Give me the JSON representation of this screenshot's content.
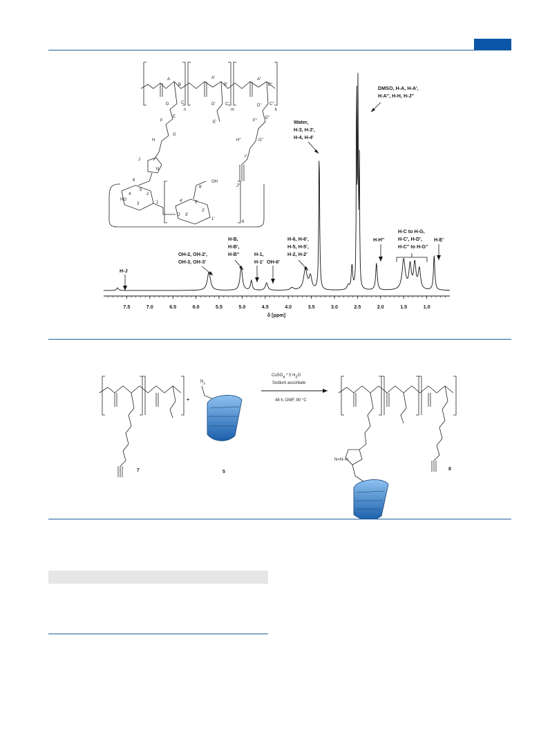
{
  "header": {
    "accent_color": "#0b56a8",
    "rule_color": "#1f5f9e"
  },
  "figure_nmr": {
    "xlabel": "δ [ppm]",
    "xlim": [
      8.0,
      0.5
    ],
    "ticks": [
      "7.5",
      "7.0",
      "6.5",
      "6.0",
      "5.5",
      "5.0",
      "4.5",
      "4.0",
      "3.5",
      "3.0",
      "2.5",
      "2.0",
      "1.5",
      "1.0"
    ],
    "annotations": [
      {
        "lines": [
          "DMSO, H-A, H-A',",
          "H-A'', H-H, H-J''"
        ]
      },
      {
        "lines": [
          "Water,",
          "H-3, H-3',",
          "H-4, H-4'"
        ]
      },
      {
        "lines": [
          "H-B,",
          "H-B',",
          "H-B''"
        ]
      },
      {
        "lines": [
          "OH-2, OH-2',",
          "OH-3, OH-3'"
        ]
      },
      {
        "lines": [
          "H-1,",
          "H-1'"
        ]
      },
      {
        "lines": [
          "OH-6'"
        ]
      },
      {
        "lines": [
          "H-6, H-6',",
          "H-5, H-5',",
          "H-2, H-2'"
        ]
      },
      {
        "lines": [
          "H-H''"
        ]
      },
      {
        "lines": [
          "H-C to H-G,",
          "H-C', H-D',",
          "H-C'' to H-G''"
        ]
      },
      {
        "lines": [
          "H-E'"
        ]
      },
      {
        "lines": [
          "H-J"
        ]
      }
    ],
    "structure": {
      "repeat_letters": [
        "n",
        "m",
        "k"
      ],
      "cd_subscript": "6",
      "labels": [
        "A",
        "B",
        "C",
        "D",
        "E",
        "F",
        "G",
        "H",
        "J",
        "A'",
        "B'",
        "C'",
        "D'",
        "E'",
        "A''",
        "B''",
        "C''",
        "D''",
        "E''",
        "F''",
        "G''",
        "H''",
        "I''",
        "J''",
        "1",
        "2",
        "3",
        "4",
        "5",
        "6",
        "1'",
        "2'",
        "3'",
        "4'",
        "5'",
        "6'",
        "OH",
        "HO",
        "O",
        "N"
      ]
    }
  },
  "chart_data": {
    "type": "line",
    "title": "",
    "xlabel": "δ [ppm]",
    "ylabel": "",
    "xlim": [
      8.0,
      0.5
    ],
    "x_reversed": true,
    "grid": false,
    "peaks": [
      {
        "ppm": 7.7,
        "height": 0.012,
        "width": 0.025
      },
      {
        "ppm": 5.72,
        "height": 0.085,
        "width": 0.04
      },
      {
        "ppm": 5.02,
        "height": 0.11,
        "width": 0.03
      },
      {
        "ppm": 4.8,
        "height": 0.045,
        "width": 0.022
      },
      {
        "ppm": 4.47,
        "height": 0.035,
        "width": 0.03
      },
      {
        "ppm": 3.92,
        "height": 0.012,
        "width": 0.04
      },
      {
        "ppm": 3.63,
        "height": 0.095,
        "width": 0.045
      },
      {
        "ppm": 3.52,
        "height": 0.06,
        "width": 0.035
      },
      {
        "ppm": 3.33,
        "height": 0.64,
        "width": 0.012
      },
      {
        "ppm": 2.7,
        "height": 0.02,
        "width": 0.03
      },
      {
        "ppm": 2.62,
        "height": 0.11,
        "width": 0.018
      },
      {
        "ppm": 2.52,
        "height": 1.0,
        "width": 0.008
      },
      {
        "ppm": 2.49,
        "height": 0.93,
        "width": 0.008
      },
      {
        "ppm": 2.46,
        "height": 0.6,
        "width": 0.008
      },
      {
        "ppm": 2.09,
        "height": 0.125,
        "width": 0.02
      },
      {
        "ppm": 1.5,
        "height": 0.14,
        "width": 0.04
      },
      {
        "ppm": 1.36,
        "height": 0.11,
        "width": 0.03
      },
      {
        "ppm": 1.26,
        "height": 0.12,
        "width": 0.03
      },
      {
        "ppm": 1.16,
        "height": 0.095,
        "width": 0.03
      },
      {
        "ppm": 0.84,
        "height": 0.16,
        "width": 0.018
      }
    ]
  },
  "scheme": {
    "reagents_line1": "CuSO",
    "reagents_line1_sub": "4",
    "reagents_line1_rest": " * 5 H",
    "reagents_line1_sub2": "2",
    "reagents_line1_end": "O",
    "reagents_line2": "Sodium ascorbate",
    "conditions": "48 h, DMF, 80 °C",
    "plus": "+",
    "azide": "N",
    "azide_sub": "3",
    "compound_left": "7",
    "compound_mid": "5",
    "compound_right": "8",
    "triazole_label": "N=N–N"
  }
}
